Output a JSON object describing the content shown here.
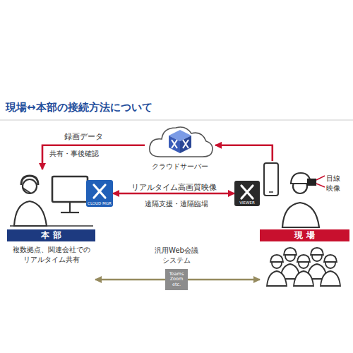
{
  "diagram": {
    "title": "現場↔本部の接続方法について",
    "nodes": [
      {
        "text": [
          "クラウドサーバー"
        ]
      },
      {
        "text": [
          "本 部",
          "複数拠点、関連会社での リアルタイム共有"
        ]
      },
      {
        "text": [
          "CLOUD MGR"
        ]
      },
      {
        "text": [
          "VIEWER"
        ]
      },
      {
        "text": [
          "現 場"
        ]
      },
      {
        "text": [
          "Teams Zoom etc."
        ]
      }
    ],
    "edges": [
      {
        "from": 0,
        "to": 1,
        "arrow": "to",
        "label": "録画データ"
      },
      {
        "from": 4,
        "to": 0,
        "arrow": "to"
      },
      {
        "from": 2,
        "to": 3,
        "arrow": "both",
        "label": "リアルタイム高画質映像"
      },
      {
        "from": 5,
        "to": 1,
        "arrow": "to"
      },
      {
        "from": 5,
        "to": 4,
        "arrow": "to"
      }
    ],
    "labels": [
      "共有・事後確認",
      "遠隔支援・遠隔臨場",
      "汎用Web会議 システム",
      "目線 映像"
    ]
  }
}
